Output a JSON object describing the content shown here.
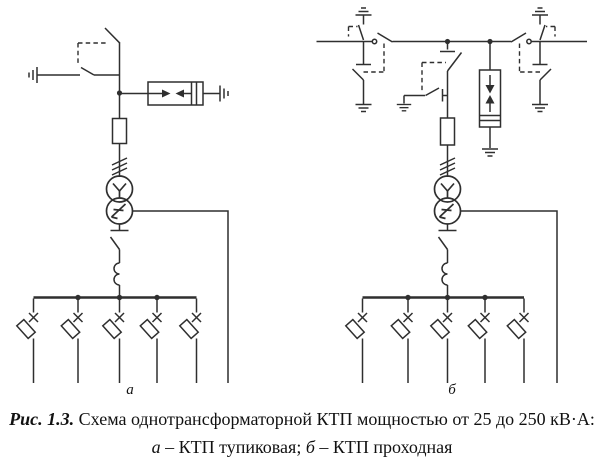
{
  "page": {
    "background": "#ffffff",
    "ink": "#2f2f2f"
  },
  "figure": {
    "diagram_a": {
      "label": "а",
      "description": "КТП тупиковая",
      "feeder_count": 5,
      "components": [
        "incoming-line-disconnector",
        "interlock-linkage",
        "earthing-switch",
        "surge-arrester",
        "hv-fuse",
        "cable-termination",
        "transformer-wye-zigzag",
        "lv-disconnect-switch",
        "secondary-coil",
        "lv-busbar",
        "outgoing-fuse-switch-feeders",
        "pen-conductor"
      ]
    },
    "diagram_b": {
      "label": "б",
      "description": "КТП проходная",
      "feeder_count": 5,
      "components": [
        "through-line",
        "line-disconnector-with-earthing-knives-left",
        "line-disconnector-with-earthing-knives-right",
        "tap-disconnector",
        "interlock-linkage",
        "earthing-switch",
        "surge-arrester",
        "hv-fuse",
        "cable-termination",
        "transformer-wye-zigzag",
        "lv-disconnect-switch",
        "secondary-coil",
        "lv-busbar",
        "outgoing-fuse-switch-feeders",
        "pen-conductor"
      ]
    },
    "caption": {
      "prefix": "Рис. 1.3.",
      "title": " Схема однотрансформаторной КТП мощностью от 25 до 250 кВ·А:",
      "legend_a_label": "а",
      "legend_a_text": " – КТП тупиковая; ",
      "legend_b_label": "б",
      "legend_b_text": " – КТП проходная"
    }
  }
}
